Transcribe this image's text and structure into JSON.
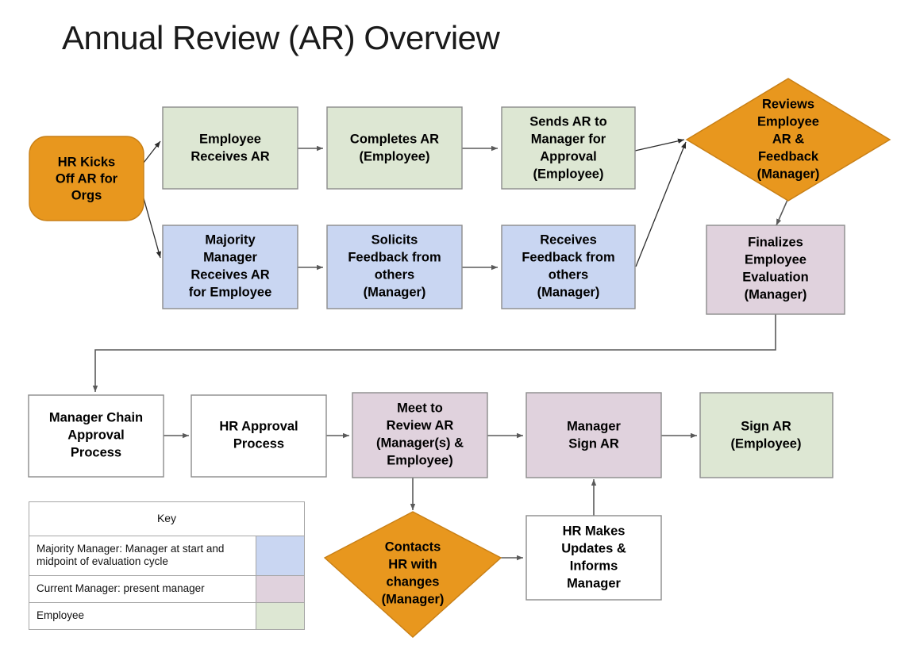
{
  "title": "Annual Review (AR) Overview",
  "colors": {
    "orange": "#e8971e",
    "green": "#dde7d3",
    "blue": "#c9d6f2",
    "pink": "#e0d2dd",
    "white": "#ffffff",
    "border": "#8c8c8c",
    "connector": "#5a5a5a"
  },
  "nodes": {
    "hr_kicks_off": {
      "lines": [
        "HR Kicks",
        "Off AR for",
        "Orgs"
      ],
      "shape": "rounded-rect",
      "fill": "orange"
    },
    "employee_receives": {
      "lines": [
        "Employee",
        "Receives AR"
      ],
      "shape": "rect",
      "fill": "green"
    },
    "completes_ar": {
      "lines": [
        "Completes AR",
        "(Employee)"
      ],
      "shape": "rect",
      "fill": "green"
    },
    "sends_ar": {
      "lines": [
        "Sends AR to",
        "Manager for",
        "Approval",
        "(Employee)"
      ],
      "shape": "rect",
      "fill": "green"
    },
    "majority_manager": {
      "lines": [
        "Majority",
        "Manager",
        "Receives AR",
        "for Employee"
      ],
      "shape": "rect",
      "fill": "blue"
    },
    "solicits_feedback": {
      "lines": [
        "Solicits",
        "Feedback from",
        "others",
        "(Manager)"
      ],
      "shape": "rect",
      "fill": "blue"
    },
    "receives_feedback": {
      "lines": [
        "Receives",
        "Feedback from",
        "others",
        "(Manager)"
      ],
      "shape": "rect",
      "fill": "blue"
    },
    "reviews_employee": {
      "lines": [
        "Reviews",
        "Employee",
        "AR &",
        "Feedback",
        "(Manager)"
      ],
      "shape": "diamond",
      "fill": "orange"
    },
    "finalizes_evaluation": {
      "lines": [
        "Finalizes",
        "Employee",
        "Evaluation",
        "(Manager)"
      ],
      "shape": "rect",
      "fill": "pink"
    },
    "manager_chain": {
      "lines": [
        "Manager Chain",
        "Approval",
        "Process"
      ],
      "shape": "rect",
      "fill": "white"
    },
    "hr_approval": {
      "lines": [
        "HR Approval",
        "Process"
      ],
      "shape": "rect",
      "fill": "white"
    },
    "meet_to_review": {
      "lines": [
        "Meet to",
        "Review AR",
        "(Manager(s) &",
        "Employee)"
      ],
      "shape": "rect",
      "fill": "pink"
    },
    "manager_sign": {
      "lines": [
        "Manager",
        "Sign AR"
      ],
      "shape": "rect",
      "fill": "pink"
    },
    "sign_ar": {
      "lines": [
        "Sign AR",
        "(Employee)"
      ],
      "shape": "rect",
      "fill": "green"
    },
    "contacts_hr": {
      "lines": [
        "Contacts",
        "HR with",
        "changes",
        "(Manager)"
      ],
      "shape": "diamond",
      "fill": "orange"
    },
    "hr_makes_updates": {
      "lines": [
        "HR Makes",
        "Updates &",
        "Informs",
        "Manager"
      ],
      "shape": "rect",
      "fill": "white"
    }
  },
  "key": {
    "header": "Key",
    "rows": [
      {
        "label": "Majority Manager: Manager at start and midpoint of evaluation cycle",
        "swatch": "blue"
      },
      {
        "label": "Current Manager: present manager",
        "swatch": "pink"
      },
      {
        "label": "Employee",
        "swatch": "green"
      }
    ]
  }
}
